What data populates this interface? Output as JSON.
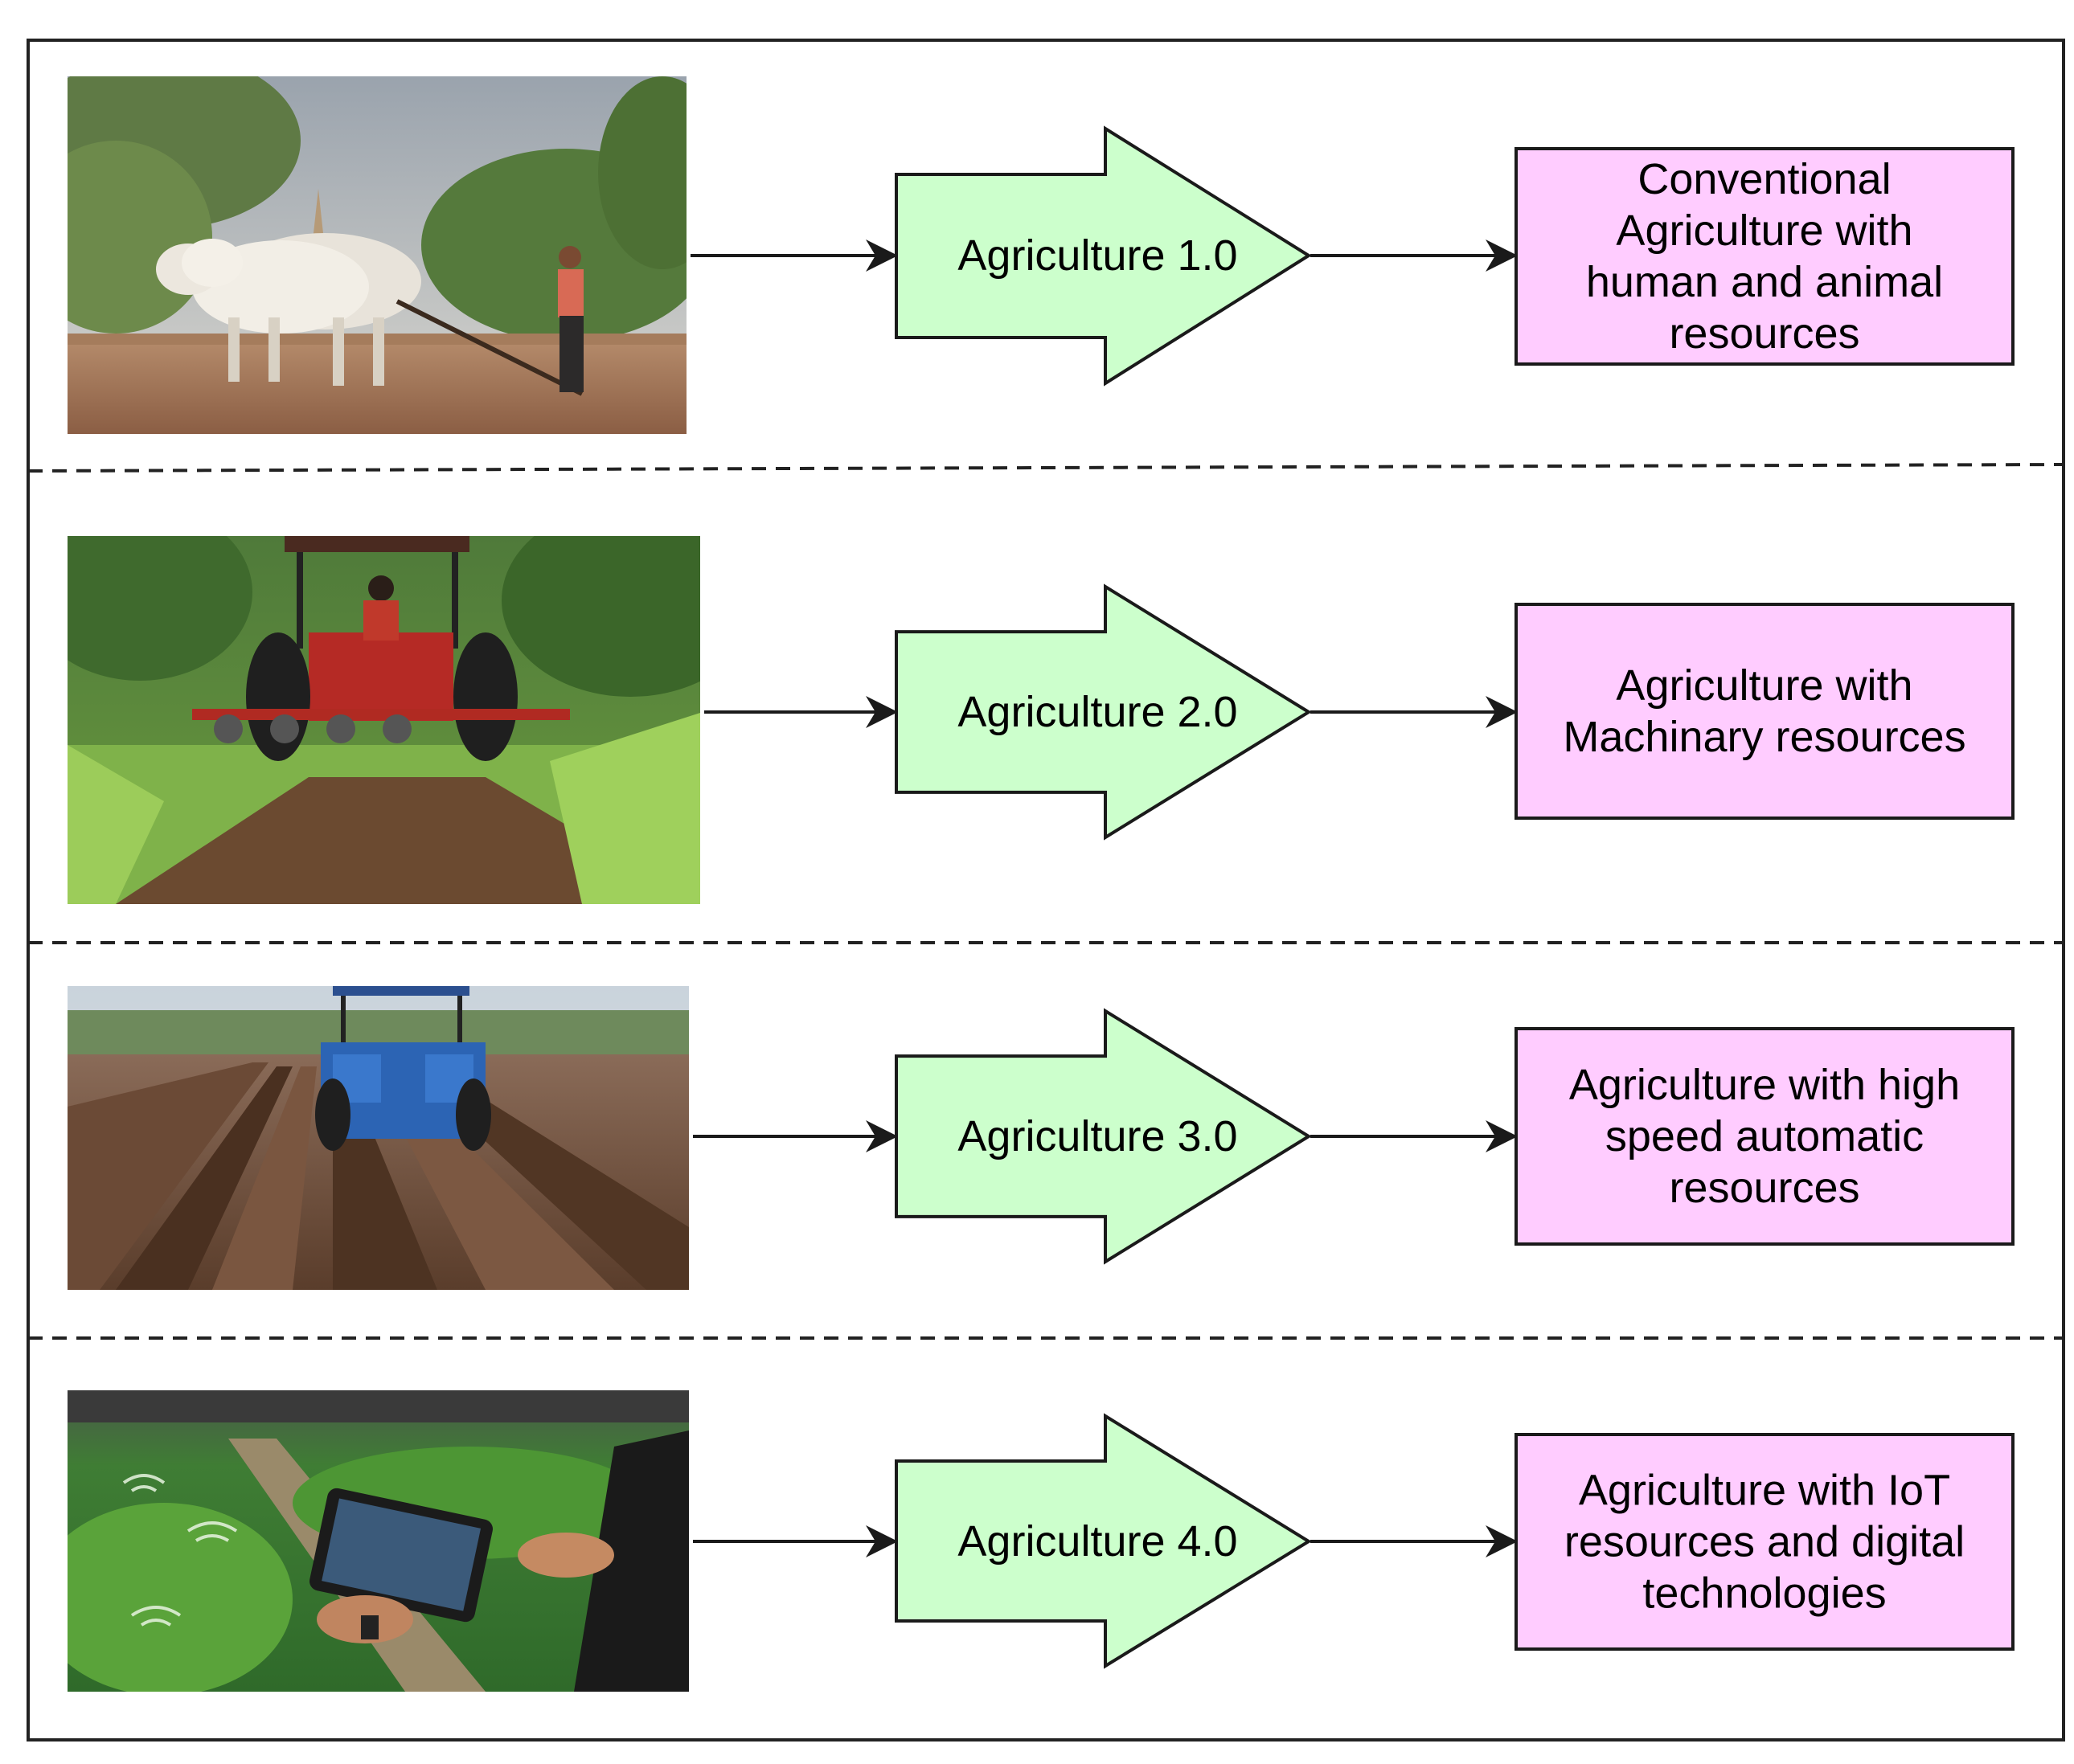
{
  "colors": {
    "arrow_fill": "#ccffcc",
    "box_fill": "#ffccff",
    "stroke": "#1a1a1a",
    "frame": "#222222"
  },
  "stages": [
    {
      "label": "Agriculture 1.0",
      "description": [
        "Conventional",
        "Agriculture with",
        "human and animal",
        "resources"
      ],
      "photo": "oxen-plowing-field-photo"
    },
    {
      "label": "Agriculture 2.0",
      "description": [
        "Agriculture with",
        "Machinary resources"
      ],
      "photo": "red-tractor-in-crops-photo"
    },
    {
      "label": "Agriculture 3.0",
      "description": [
        "Agriculture with high",
        "speed automatic",
        "resources"
      ],
      "photo": "blue-tractor-furrows-photo"
    },
    {
      "label": "Agriculture 4.0",
      "description": [
        "Agriculture with IoT",
        "resources and digital",
        "technologies"
      ],
      "photo": "tablet-smart-farm-photo"
    }
  ]
}
